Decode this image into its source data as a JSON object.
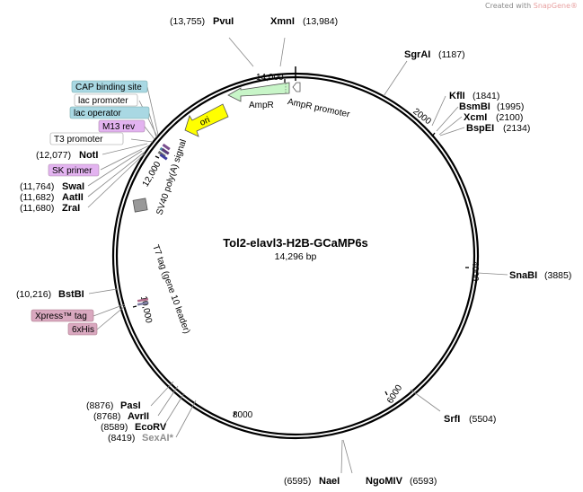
{
  "credit": {
    "prefix": "Created with",
    "brand": "SnapGene®"
  },
  "plasmid": {
    "name": "Tol2-elavl3-H2B-GCaMP6s",
    "size_label": "14,296 bp"
  },
  "colors": {
    "ampr": "#c8f5c8",
    "ori": "#ffff00",
    "cap_box": "#a9d8e3",
    "lac_operator_box": "#a9d8e3",
    "m13_box": "#e3b3f0",
    "sk_box": "#e3b3f0",
    "xpress_box": "#d9a8bf",
    "his_box": "#d9a8bf",
    "promoter_box": "#ffffff"
  },
  "ticks": [
    "2000",
    "4000",
    "6000",
    "8000",
    "10,000",
    "12,000",
    "14,000"
  ],
  "sites": [
    {
      "id": "pvui",
      "name": "PvuI",
      "pos": "(13,755)"
    },
    {
      "id": "xmni",
      "name": "XmnI",
      "pos": "(13,984)"
    },
    {
      "id": "sgrai",
      "name": "SgrAI",
      "pos": "(1187)"
    },
    {
      "id": "kfli",
      "name": "KflI",
      "pos": "(1841)"
    },
    {
      "id": "bsmbi",
      "name": "BsmBI",
      "pos": "(1995)"
    },
    {
      "id": "xcmi",
      "name": "XcmI",
      "pos": "(2100)"
    },
    {
      "id": "bspei",
      "name": "BspEI",
      "pos": "(2134)"
    },
    {
      "id": "snabi",
      "name": "SnaBI",
      "pos": "(3885)"
    },
    {
      "id": "srfi",
      "name": "SrfI",
      "pos": "(5504)"
    },
    {
      "id": "ngomiv",
      "name": "NgoMIV",
      "pos": "(6593)"
    },
    {
      "id": "naei",
      "name": "NaeI",
      "pos": "(6595)"
    },
    {
      "id": "pasi",
      "name": "PasI",
      "pos": "(8876)"
    },
    {
      "id": "avrii",
      "name": "AvrII",
      "pos": "(8768)"
    },
    {
      "id": "ecorv",
      "name": "EcoRV",
      "pos": "(8589)"
    },
    {
      "id": "sexai",
      "name": "SexAI*",
      "pos": "(8419)"
    },
    {
      "id": "bstbi",
      "name": "BstBI",
      "pos": "(10,216)"
    },
    {
      "id": "swai",
      "name": "SwaI",
      "pos": "(11,764)"
    },
    {
      "id": "aatii",
      "name": "AatII",
      "pos": "(11,682)"
    },
    {
      "id": "zrai",
      "name": "ZraI",
      "pos": "(11,680)"
    },
    {
      "id": "noti",
      "name": "NotI",
      "pos": "(12,077)"
    }
  ],
  "boxed": {
    "cap": "CAP binding site",
    "lac_promoter": "lac promoter",
    "lac_operator": "lac operator",
    "m13": "M13 rev",
    "t3": "T3 promoter",
    "sk": "SK primer",
    "xpress": "Xpress™ tag",
    "his": "6xHis"
  },
  "features": {
    "ampr": "AmpR",
    "ampr_promoter": "AmpR promoter",
    "ori": "ori",
    "sv40": "SV40 poly(A) signal",
    "t7": "T7 tag (gene 10 leader)"
  }
}
